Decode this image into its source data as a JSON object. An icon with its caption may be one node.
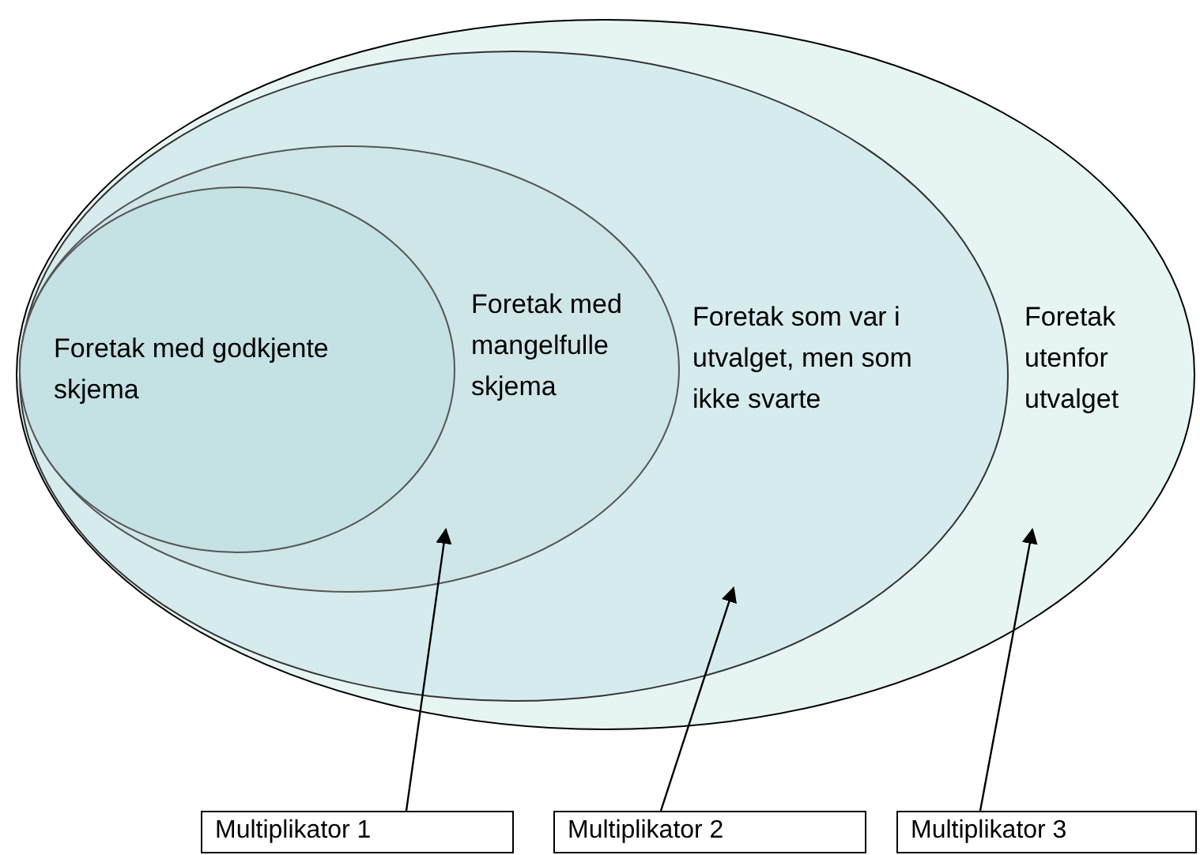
{
  "diagram": {
    "nodes": [
      {
        "text": [
          "Foretak utenfor utvalget"
        ]
      },
      {
        "text": [
          "Foretak som var i utvalget, men som ikke svarte"
        ],
        "in": 0
      },
      {
        "text": [
          "Foretak med mangelfulle skjema"
        ],
        "in": 1
      },
      {
        "text": [
          "Foretak med godkjente skjema"
        ],
        "in": 2
      },
      {
        "text": [
          "Multiplikator 1"
        ]
      },
      {
        "text": [
          "Multiplikator 2"
        ]
      },
      {
        "text": [
          "Multiplikator 3"
        ]
      }
    ],
    "edges": [
      {
        "from": 4,
        "to": 2,
        "arrow": "to"
      },
      {
        "from": 5,
        "to": 1,
        "arrow": "to"
      },
      {
        "from": 6,
        "to": 0,
        "arrow": "to"
      }
    ]
  }
}
